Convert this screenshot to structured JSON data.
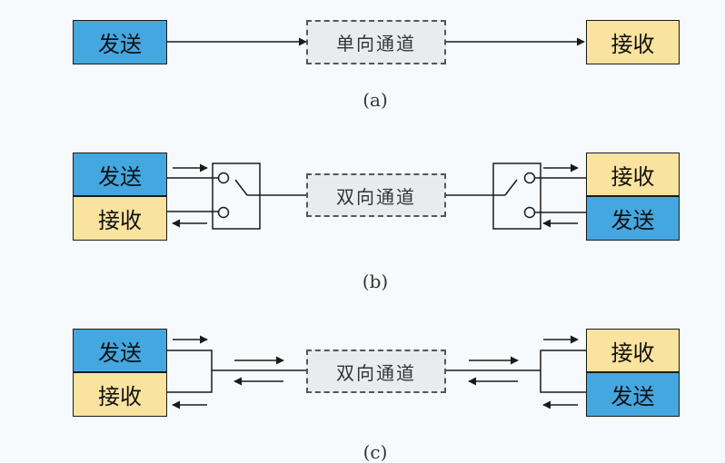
{
  "diagram_a": {
    "sender": "发送",
    "channel": "单向通道",
    "receiver": "接收",
    "caption": "(a)"
  },
  "diagram_b": {
    "left_top": "发送",
    "left_bottom": "接收",
    "channel": "双向通道",
    "right_top": "接收",
    "right_bottom": "发送",
    "caption": "(b)"
  },
  "diagram_c": {
    "left_top": "发送",
    "left_bottom": "接收",
    "channel": "双向通道",
    "right_top": "接收",
    "right_bottom": "发送",
    "caption": "(c)"
  },
  "colors": {
    "send_fill": "#45a7e0",
    "receive_fill": "#fae39f",
    "channel_fill": "#e9ecef",
    "line": "#1a1a1a"
  }
}
